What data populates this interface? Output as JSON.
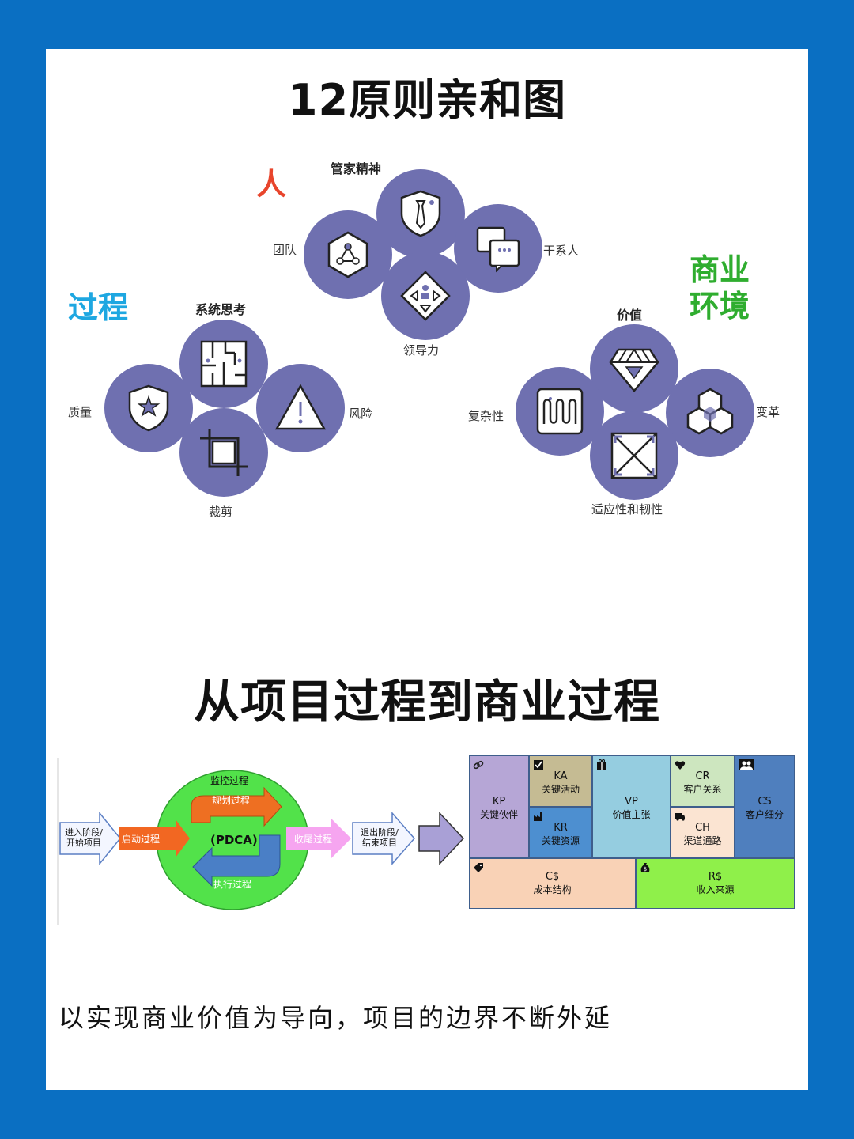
{
  "titles": {
    "top": "12原则亲和图",
    "middle": "从项目过程到商业过程"
  },
  "groups": {
    "people": "人",
    "process": "过程",
    "business_line1": "商业",
    "business_line2": "环境"
  },
  "principles": {
    "stewardship": "管家精神",
    "team": "团队",
    "stakeholders": "干系人",
    "leadership": "领导力",
    "systems_thinking": "系统思考",
    "quality": "质量",
    "risk": "风险",
    "tailoring": "裁剪",
    "value": "价值",
    "complexity": "复杂性",
    "change": "变革",
    "adaptability": "适应性和韧性"
  },
  "pdca": {
    "enter": "进入阶段/开始项目",
    "initiating": "启动过程",
    "monitoring": "监控过程",
    "planning": "规划过程",
    "center": "(PDCA)",
    "executing": "执行过程",
    "closing": "收尾过程",
    "exit": "退出阶段/结束项目"
  },
  "bmc": {
    "kp_abbr": "KP",
    "kp": "关键伙伴",
    "ka_abbr": "KA",
    "ka": "关键活动",
    "kr_abbr": "KR",
    "kr": "关键资源",
    "vp_abbr": "VP",
    "vp": "价值主张",
    "cr_abbr": "CR",
    "cr": "客户关系",
    "ch_abbr": "CH",
    "ch": "渠道通路",
    "cs_abbr": "CS",
    "cs": "客户细分",
    "cost_abbr": "C$",
    "cost": "成本结构",
    "rev_abbr": "R$",
    "rev": "收入来源"
  },
  "caption": "以实现商业价值为导向，项目的边界不断外延",
  "colors": {
    "frame": "#0a6fc2",
    "circle": "#6f70b0",
    "people": "#e8452c",
    "process": "#1ea7e1",
    "business": "#2fad2f"
  }
}
